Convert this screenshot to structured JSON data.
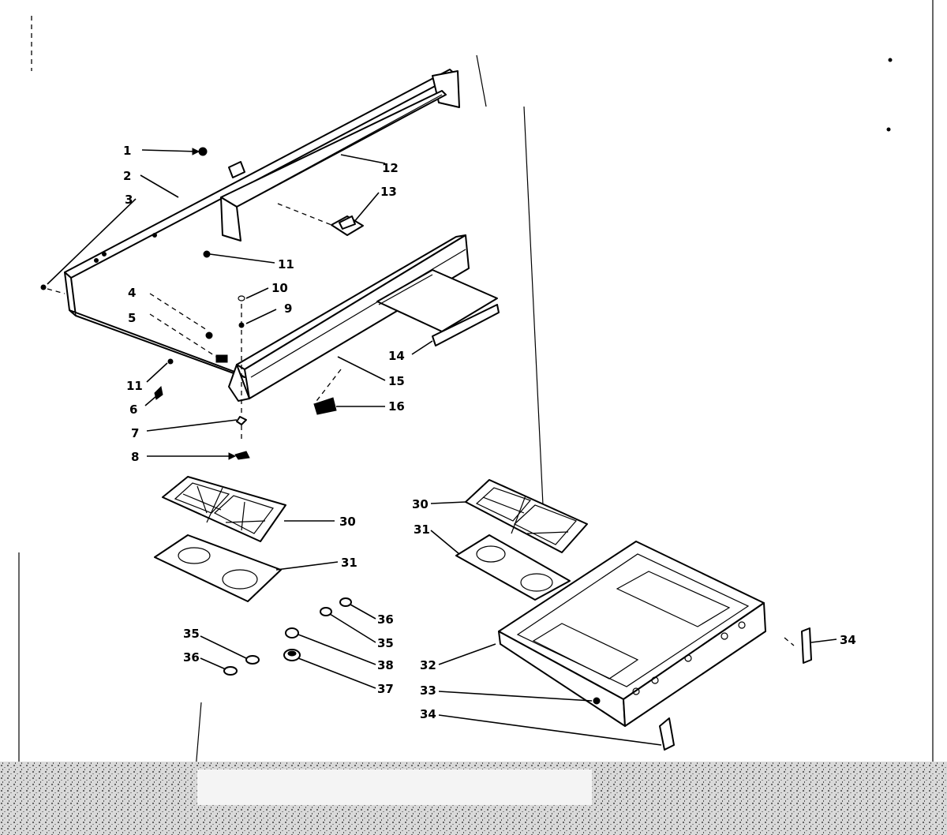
{
  "labels": {
    "l1": "1",
    "l2": "2",
    "l3": "3",
    "l4": "4",
    "l5": "5",
    "l6": "6",
    "l7": "7",
    "l8": "8",
    "l9": "9",
    "l10": "10",
    "l11a": "11",
    "l11b": "11",
    "l12": "12",
    "l13": "13",
    "l14": "14",
    "l15": "15",
    "l16": "16",
    "l30a": "30",
    "l30b": "30",
    "l31a": "31",
    "l31b": "31",
    "l32": "32",
    "l33": "33",
    "l34a": "34",
    "l34b": "34",
    "l35a": "35",
    "l35b": "35",
    "l36a": "36",
    "l36b": "36",
    "l37": "37",
    "l38": "38"
  }
}
